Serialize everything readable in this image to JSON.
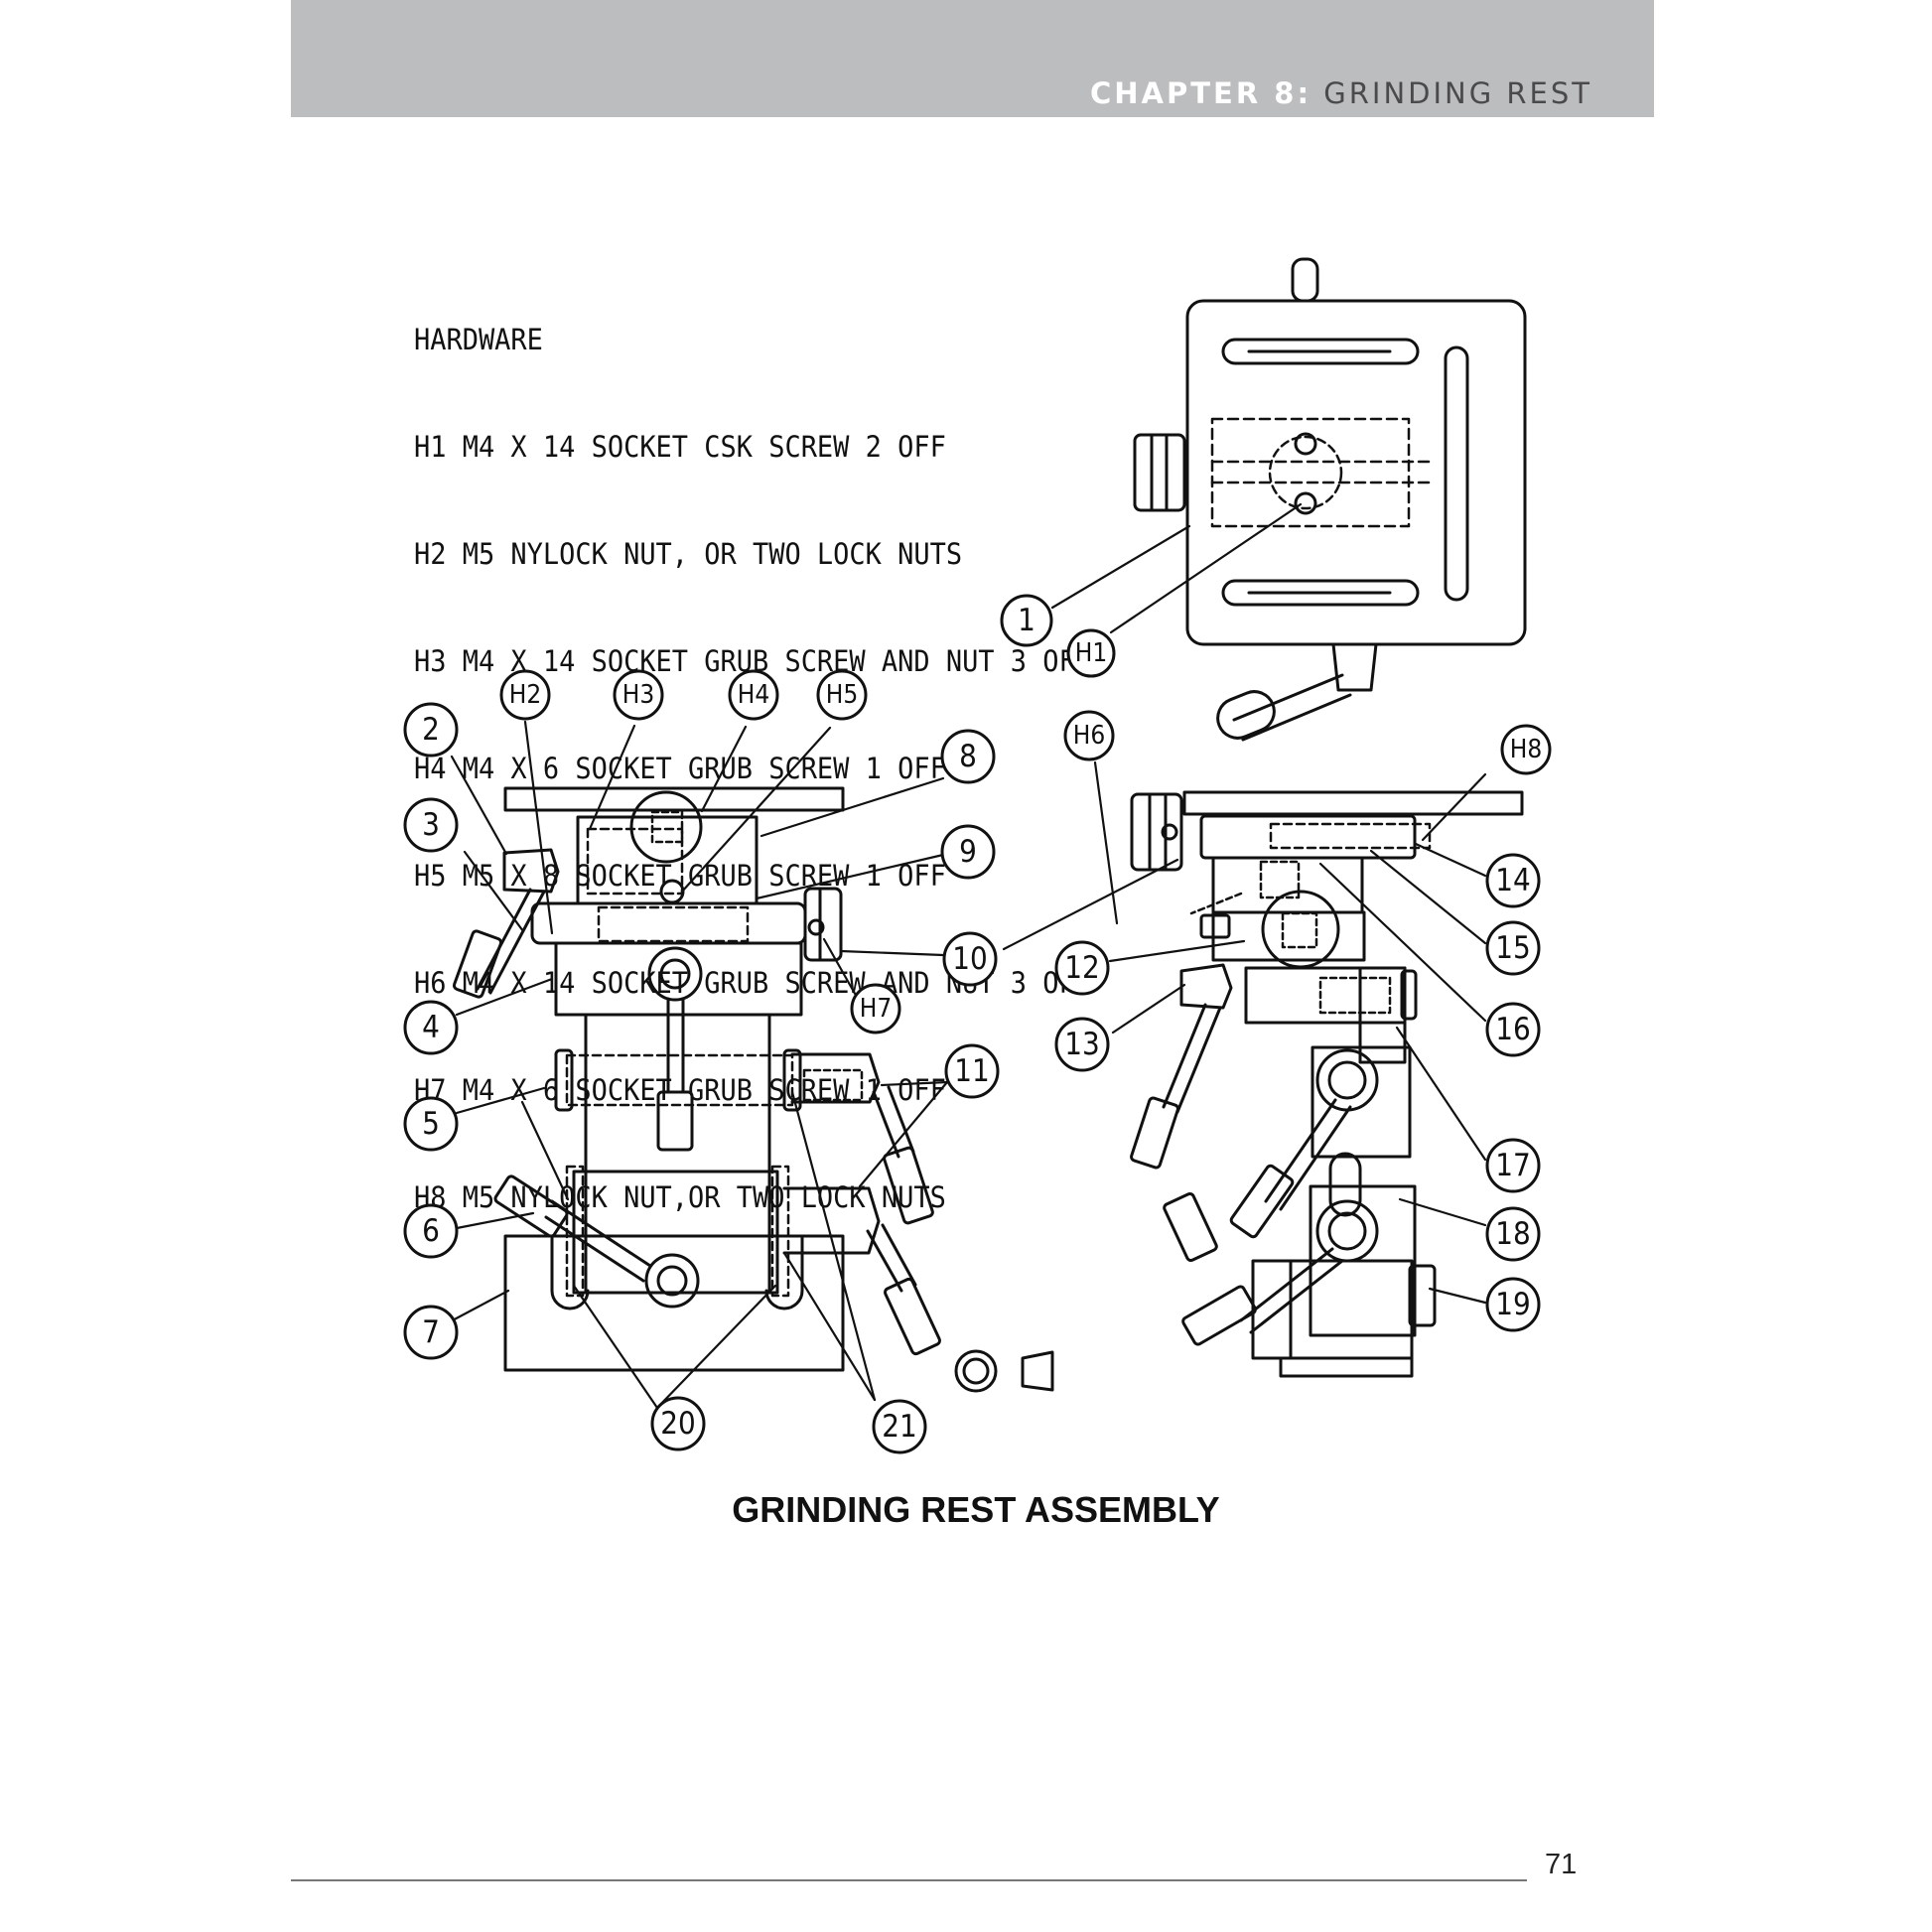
{
  "header": {
    "chapter": "CHAPTER 8:",
    "title": "GRINDING REST"
  },
  "hardware": {
    "heading": "HARDWARE",
    "items": [
      "H1 M4 X 14 SOCKET CSK SCREW 2 OFF",
      "H2 M5 NYLOCK NUT, OR TWO LOCK NUTS",
      "H3 M4 X 14 SOCKET GRUB SCREW AND NUT 3 OFF",
      "H4 M4 X 6 SOCKET GRUB SCREW 1 OFF",
      "H5 M5 X 8 SOCKET GRUB SCREW 1 OFF",
      "H6 M4 X 14 SOCKET GRUB SCREW AND NUT 3 OFF",
      "H7 M4 X 6 SOCKET GRUB SCREW 1 OFF",
      "H8 M5 NYLOCK NUT,OR TWO LOCK NUTS"
    ]
  },
  "callouts": {
    "p1": "1",
    "p2": "2",
    "p3": "3",
    "p4": "4",
    "p5": "5",
    "p6": "6",
    "p7": "7",
    "p8": "8",
    "p9": "9",
    "p10": "10",
    "p11": "11",
    "p12": "12",
    "p13": "13",
    "p14": "14",
    "p15": "15",
    "p16": "16",
    "p17": "17",
    "p18": "18",
    "p19": "19",
    "p20": "20",
    "p21": "21",
    "h1": "H1",
    "h2": "H2",
    "h3": "H3",
    "h4": "H4",
    "h5": "H5",
    "h6": "H6",
    "h7": "H7",
    "h8": "H8"
  },
  "caption": "GRINDING REST ASSEMBLY",
  "page_number": "71"
}
